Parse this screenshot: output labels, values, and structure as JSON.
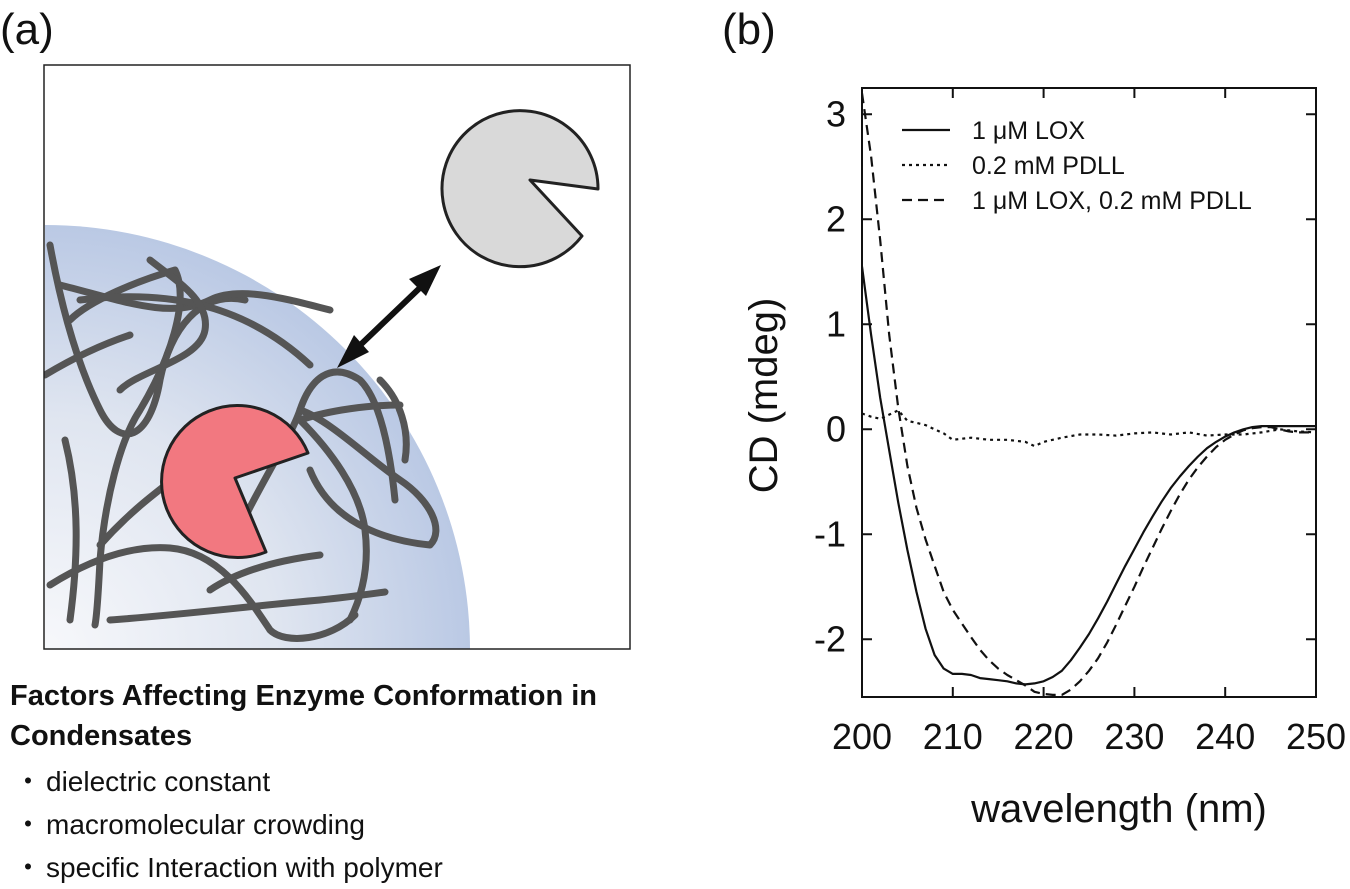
{
  "panel_a": {
    "label": "(a)",
    "factors_title": "Factors Affecting Enzyme Conformation in Condensates",
    "bullet": "・",
    "factors": [
      "dielectric constant",
      "macromolecular crowding",
      "specific Interaction with polymer"
    ],
    "icons": {
      "free_enzyme": "pacman-enzyme-icon",
      "condensed_enzyme": "pacman-enzyme-icon",
      "partition_arrow": "double-arrow-icon",
      "polymer_chains": "polymer-strand-icon"
    },
    "colors": {
      "condensate": "#b9c8e4",
      "polymer": "#555555",
      "free_enzyme": "#d9d9d9",
      "condensed_enzyme": "#f27880"
    }
  },
  "panel_b": {
    "label": "(b)"
  },
  "chart_data": {
    "type": "line",
    "xlabel": "wavelength (nm)",
    "ylabel": "CD (mdeg)",
    "xlim": [
      200,
      250
    ],
    "ylim": [
      -2.55,
      3.25
    ],
    "xticks": [
      200,
      210,
      220,
      230,
      240,
      250
    ],
    "yticks": [
      3,
      2,
      1,
      0,
      -1,
      -2
    ],
    "ytick_labels": [
      "3",
      "2",
      "1",
      "0",
      "-1",
      "-2"
    ],
    "grid": false,
    "legend_position": "top-right",
    "series": [
      {
        "name": "1 μM LOX",
        "style": "solid",
        "x": [
          200,
          201,
          202,
          203,
          204,
          205,
          206,
          207,
          208,
          209,
          210,
          211,
          212,
          213,
          214,
          215,
          216,
          217,
          218,
          219,
          220,
          221,
          222,
          223,
          224,
          225,
          226,
          227,
          228,
          229,
          230,
          231,
          232,
          233,
          234,
          235,
          236,
          237,
          238,
          239,
          240,
          241,
          242,
          243,
          244,
          245,
          246,
          247,
          248,
          249,
          250
        ],
        "y": [
          1.55,
          0.9,
          0.3,
          -0.2,
          -0.7,
          -1.15,
          -1.55,
          -1.9,
          -2.15,
          -2.28,
          -2.33,
          -2.33,
          -2.34,
          -2.37,
          -2.38,
          -2.39,
          -2.4,
          -2.42,
          -2.43,
          -2.42,
          -2.4,
          -2.36,
          -2.3,
          -2.2,
          -2.08,
          -1.95,
          -1.8,
          -1.64,
          -1.47,
          -1.3,
          -1.14,
          -0.98,
          -0.83,
          -0.69,
          -0.56,
          -0.45,
          -0.35,
          -0.26,
          -0.18,
          -0.12,
          -0.07,
          -0.03,
          0.0,
          0.02,
          0.03,
          0.03,
          0.03,
          0.03,
          0.03,
          0.03,
          0.03
        ]
      },
      {
        "name": "0.2 mM PDLL",
        "style": "dotted",
        "x": [
          200,
          201,
          202,
          203,
          204,
          205,
          206,
          207,
          208,
          209,
          210,
          212,
          214,
          216,
          218,
          219,
          220,
          222,
          224,
          226,
          228,
          230,
          232,
          234,
          236,
          238,
          240,
          242,
          244,
          246,
          248,
          250
        ],
        "y": [
          0.15,
          0.12,
          0.1,
          0.14,
          0.18,
          0.08,
          0.06,
          0.04,
          0.0,
          -0.04,
          -0.1,
          -0.08,
          -0.1,
          -0.1,
          -0.12,
          -0.16,
          -0.12,
          -0.08,
          -0.05,
          -0.05,
          -0.06,
          -0.04,
          -0.03,
          -0.05,
          -0.03,
          -0.06,
          -0.05,
          -0.05,
          -0.03,
          0.0,
          -0.02,
          -0.03
        ]
      },
      {
        "name": "1 μM LOX, 0.2 mM PDLL",
        "style": "dashed",
        "x": [
          200,
          201,
          202,
          203,
          204,
          205,
          206,
          207,
          208,
          209,
          210,
          211,
          212,
          213,
          214,
          215,
          216,
          217,
          218,
          219,
          220,
          221,
          222,
          223,
          224,
          225,
          226,
          227,
          228,
          229,
          230,
          231,
          232,
          233,
          234,
          235,
          236,
          237,
          238,
          239,
          240,
          241,
          242,
          243,
          244,
          245,
          246,
          247,
          248,
          249,
          250
        ],
        "y": [
          3.2,
          2.6,
          1.8,
          0.9,
          0.2,
          -0.35,
          -0.75,
          -1.05,
          -1.3,
          -1.55,
          -1.72,
          -1.85,
          -1.98,
          -2.1,
          -2.2,
          -2.28,
          -2.34,
          -2.39,
          -2.44,
          -2.5,
          -2.52,
          -2.53,
          -2.53,
          -2.48,
          -2.4,
          -2.3,
          -2.18,
          -2.03,
          -1.86,
          -1.68,
          -1.5,
          -1.31,
          -1.13,
          -0.95,
          -0.78,
          -0.62,
          -0.48,
          -0.36,
          -0.26,
          -0.17,
          -0.1,
          -0.05,
          -0.01,
          0.01,
          0.02,
          0.02,
          0.0,
          -0.02,
          -0.03,
          -0.03,
          -0.03
        ]
      }
    ]
  }
}
